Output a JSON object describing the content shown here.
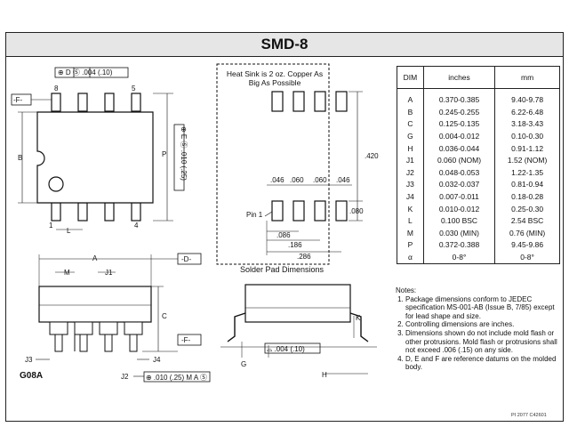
{
  "title": "SMD-8",
  "package_code": "G08A",
  "part_number": "PI 2077 C42601",
  "heat_sink_note": "Heat Sink is 2 oz. Copper As Big As Possible",
  "solder_pad_title": "Solder Pad Dimensions",
  "top_view": {
    "datum_f": "-F-",
    "datum_e_box": "⊕ E Ⓢ .010 (.25)",
    "tolerance_top": "⊕ D Ⓢ .004 (.10)",
    "pin_numbers": [
      "8",
      "5",
      "1",
      "4"
    ],
    "labels": [
      "B",
      "P",
      "L"
    ]
  },
  "pad_view": {
    "dims": [
      ".046",
      ".060",
      ".060",
      ".046",
      ".420",
      ".080",
      ".086",
      ".186",
      ".286"
    ],
    "pin_label": "Pin 1"
  },
  "side_view": {
    "labels": [
      "A",
      "M",
      "J1",
      "C",
      "J3",
      "J4",
      "J2"
    ],
    "datum_d": "-D-",
    "datum_f": "-F-",
    "j2_tolerance": "⊕ .010 (.25) M A Ⓢ"
  },
  "end_view": {
    "labels": [
      "K",
      "G",
      "H"
    ],
    "tolerance": "⌓ .004 (.10)"
  },
  "table": {
    "headers": [
      "DIM",
      "inches",
      "mm"
    ],
    "rows": [
      [
        "A",
        "0.370-0.385",
        "9.40-9.78"
      ],
      [
        "B",
        "0.245-0.255",
        "6.22-6.48"
      ],
      [
        "C",
        "0.125-0.135",
        "3.18-3.43"
      ],
      [
        "G",
        "0.004-0.012",
        "0.10-0.30"
      ],
      [
        "H",
        "0.036-0.044",
        "0.91-1.12"
      ],
      [
        "J1",
        "0.060 (NOM)",
        "1.52 (NOM)"
      ],
      [
        "J2",
        "0.048-0.053",
        "1.22-1.35"
      ],
      [
        "J3",
        "0.032-0.037",
        "0.81-0.94"
      ],
      [
        "J4",
        "0.007-0.011",
        "0.18-0.28"
      ],
      [
        "K",
        "0.010-0.012",
        "0.25-0.30"
      ],
      [
        "L",
        "0.100 BSC",
        "2.54 BSC"
      ],
      [
        "M",
        "0.030 (MIN)",
        "0.76 (MIN)"
      ],
      [
        "P",
        "0.372-0.388",
        "9.45-9.86"
      ],
      [
        "α",
        "0-8°",
        "0-8°"
      ]
    ]
  },
  "notes": {
    "heading": "Notes:",
    "items": [
      "Package dimensions conform to JEDEC specification MS-001-AB (Issue B, 7/85) except for lead shape and size.",
      "Controlling dimensions are inches.",
      "Dimensions shown do not include mold flash or other protrusions. Mold flash or protrusions shall not exceed .006 (.15) on any side.",
      "D, E and F are reference datums on the molded body."
    ]
  }
}
